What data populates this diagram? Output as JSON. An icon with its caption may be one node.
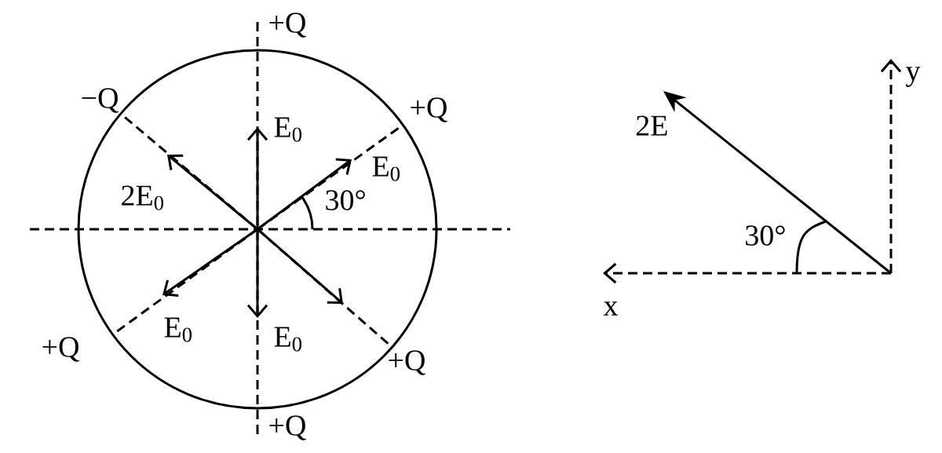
{
  "diagram": {
    "labels": [
      "+Q",
      "−Q",
      "+Q",
      "E$_{0}$",
      "E$_{0}$",
      "2E$_{0}$",
      "30°",
      "E$_{0}$",
      "E$_{0}$",
      "+Q",
      "+Q",
      "+Q",
      "2E",
      "y",
      "30°",
      "x"
    ]
  }
}
